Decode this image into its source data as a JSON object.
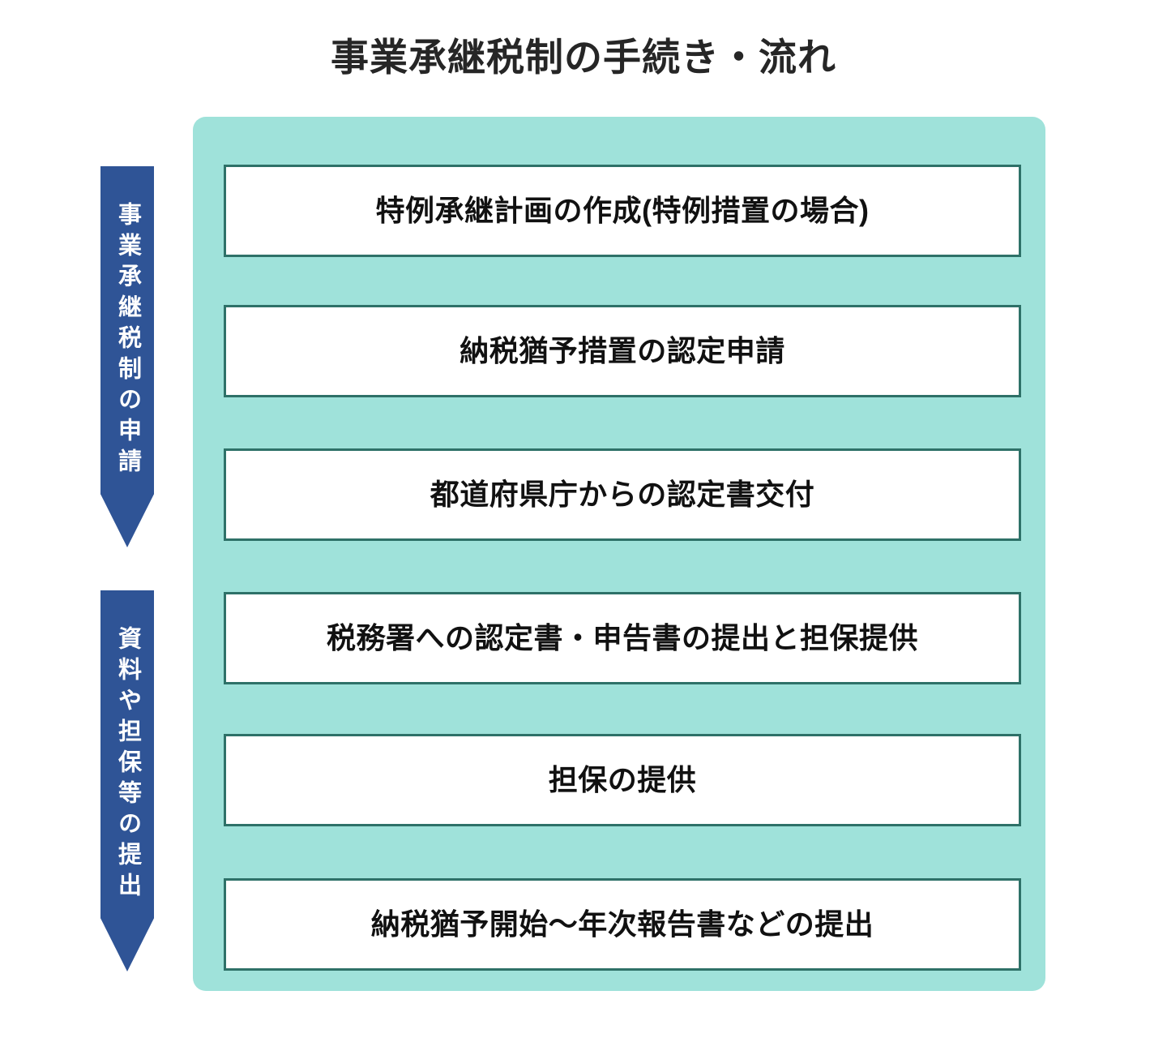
{
  "title": "事業承継税制の手続き・流れ",
  "colors": {
    "panel_bg": "#9fe2da",
    "box_border": "#2e7168",
    "box_bg": "#ffffff",
    "arrow_bg": "#2f5496",
    "arrow_text": "#ffffff",
    "title_text": "#262626",
    "box_text": "#111111"
  },
  "phases": [
    {
      "label": "事業承継税制の申請"
    },
    {
      "label": "資料や担保等の提出"
    }
  ],
  "steps": [
    {
      "label": "特例承継計画の作成(特例措置の場合)"
    },
    {
      "label": "納税猶予措置の認定申請"
    },
    {
      "label": "都道府県庁からの認定書交付"
    },
    {
      "label": "税務署への認定書・申告書の提出と担保提供"
    },
    {
      "label": "担保の提供"
    },
    {
      "label": "納税猶予開始〜年次報告書などの提出"
    }
  ]
}
